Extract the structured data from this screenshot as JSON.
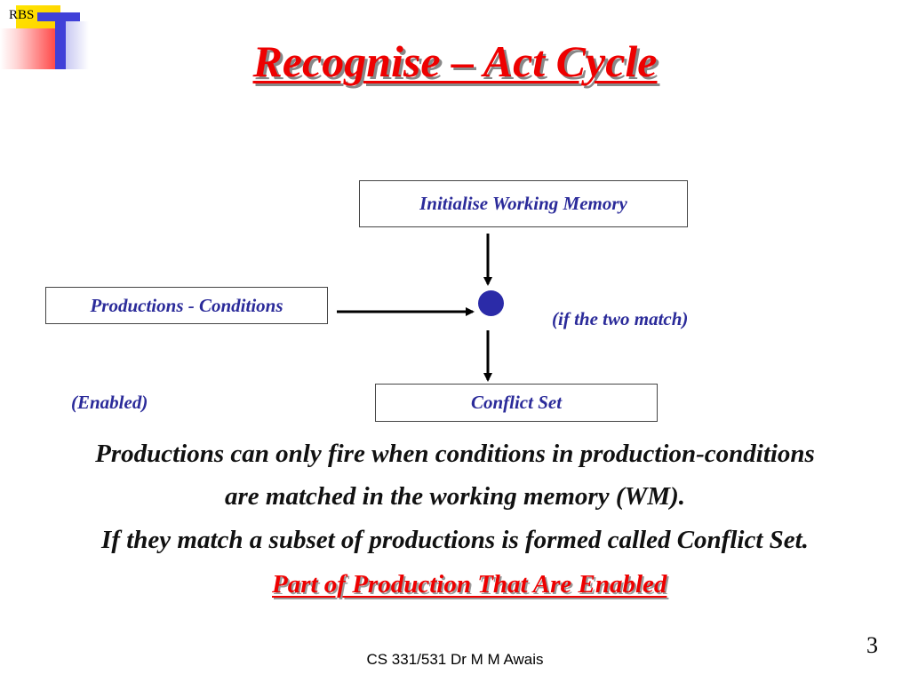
{
  "logo": {
    "label": "RBS"
  },
  "slide": {
    "title": "Recognise – Act Cycle",
    "page_number": "3",
    "footer": "CS 331/531 Dr M M Awais"
  },
  "diagram": {
    "init_box": "Initialise Working Memory",
    "productions_box": "Productions - Conditions",
    "conflict_box": "Conflict Set",
    "match_note": "(if the two match)",
    "enabled_note": "(Enabled)"
  },
  "body": {
    "line1": "Productions can only fire when conditions in production-conditions",
    "line2": "are matched in the working memory (WM).",
    "line3": "If they match a subset of productions is formed called Conflict Set.",
    "highlight": "Part of Production That Are Enabled"
  },
  "colors": {
    "title": "#ee0000",
    "box_text": "#2b2b9a",
    "node": "#2b2ba8"
  }
}
